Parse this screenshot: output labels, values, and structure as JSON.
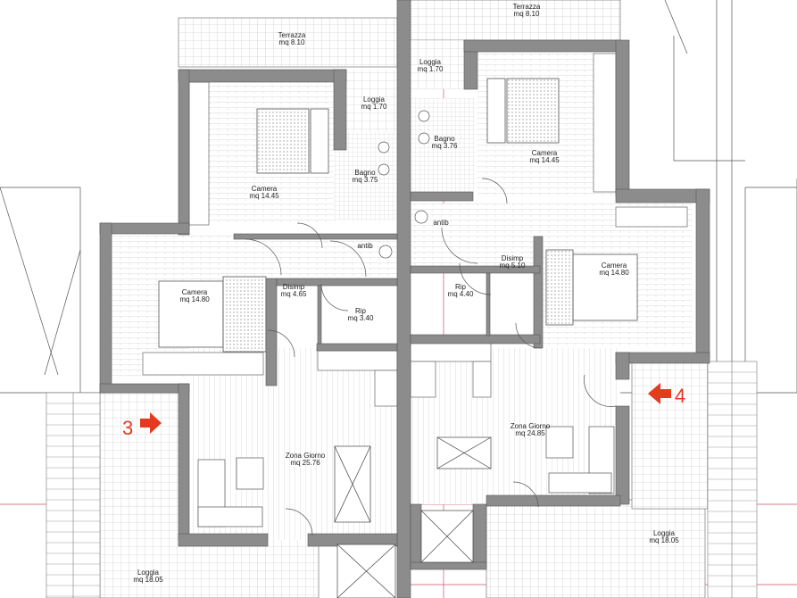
{
  "rooms": {
    "terrazza_left": {
      "name": "Terrazza",
      "area": "mq 8.10"
    },
    "terrazza_right": {
      "name": "Terrazza",
      "area": "mq 8.10"
    },
    "loggia_top_left": {
      "name": "Loggia",
      "area": "mq 1.70"
    },
    "loggia_top_right": {
      "name": "Loggia",
      "area": "mq 1.70"
    },
    "camera_tl": {
      "name": "Camera",
      "area": "mq 14.45"
    },
    "camera_tr": {
      "name": "Camera",
      "area": "mq 14.45"
    },
    "bagno_left": {
      "name": "Bagno",
      "area": "mq 3.75"
    },
    "bagno_right": {
      "name": "Bagno",
      "area": "mq 3.76"
    },
    "antib_left": {
      "name": "antib"
    },
    "antib_right": {
      "name": "antib"
    },
    "camera_ml": {
      "name": "Camera",
      "area": "mq 14.80"
    },
    "camera_mr": {
      "name": "Camera",
      "area": "mq 14.80"
    },
    "disimp_left": {
      "name": "Disimp",
      "area": "mq 4.65"
    },
    "disimp_right": {
      "name": "Disimp",
      "area": "mq 5.10"
    },
    "rip_left": {
      "name": "Rip",
      "area": "mq 3.40"
    },
    "rip_right": {
      "name": "Rip",
      "area": "mq 4.40"
    },
    "zona_left": {
      "name": "Zona Giorno",
      "area": "mq 25.76"
    },
    "zona_right": {
      "name": "Zona Giorno",
      "area": "mq 24.85"
    },
    "loggia_bl": {
      "name": "Loggia",
      "area": "mq 18.05"
    },
    "loggia_br": {
      "name": "Loggia",
      "area": "mq 18.05"
    }
  },
  "markers": {
    "left": "3",
    "right": "4"
  },
  "colors": {
    "wall": "#8c8c8c",
    "accent": "#e53a1f",
    "hatch": "#b5b5b5",
    "guide": "#d0506a"
  }
}
